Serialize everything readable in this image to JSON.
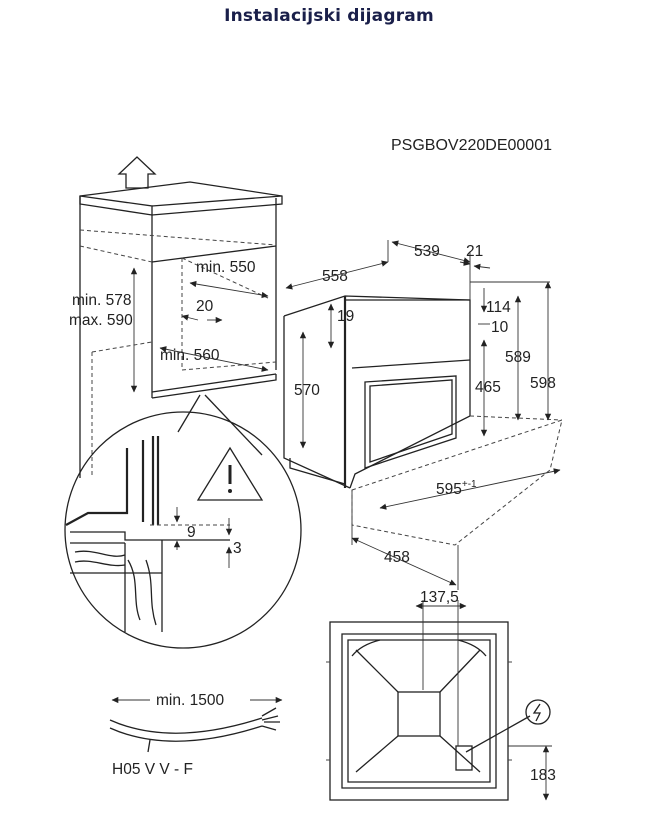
{
  "title": "Instalacijski dijagram",
  "diagram": {
    "code": "PSGBOV220DE00001",
    "dimensions": {
      "d558": "558",
      "d539": "539",
      "d21": "21",
      "d19": "19",
      "d114": "114",
      "d10": "10",
      "d570": "570",
      "d465": "465",
      "d589": "589",
      "d598": "598",
      "d595": "595",
      "d595_tol": "+-1",
      "d458": "458",
      "d137": "137,5",
      "d183": "183"
    },
    "cabinet": {
      "min550": "min. 550",
      "min578": "min. 578",
      "max590": "max. 590",
      "d20": "20",
      "min560": "min. 560"
    },
    "detail": {
      "d9": "9",
      "d3": "3"
    },
    "cable": {
      "length": "min. 1500",
      "type": "H05 V V - F"
    }
  }
}
